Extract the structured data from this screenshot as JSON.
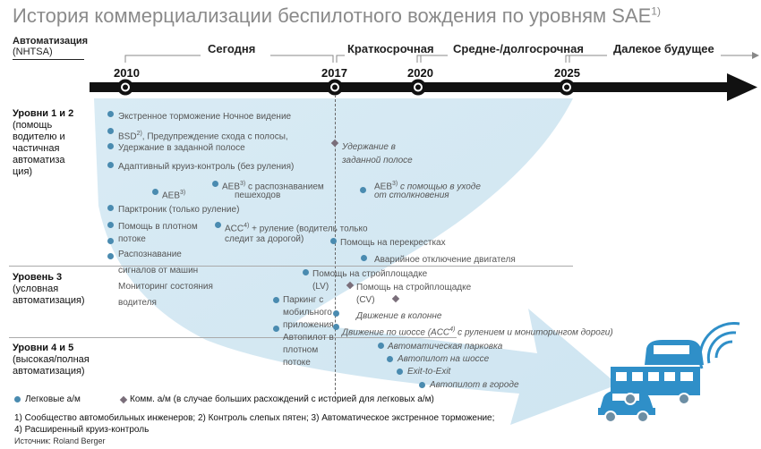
{
  "title": "История коммерциализации беспилотного вождения по уровням SAE",
  "title_sup": "1)",
  "automation_header": "Автоматизация",
  "automation_sub": "(NHTSA)",
  "eras": [
    {
      "label": "Сегодня"
    },
    {
      "label": "Краткосрочная"
    },
    {
      "label": "Средне-/долгосрочная"
    },
    {
      "label": "Далекое будущее"
    }
  ],
  "years": [
    "2010",
    "2017",
    "2020",
    "2025"
  ],
  "rows": {
    "level12_bold": "Уровни 1 и 2",
    "level12_rest": "(помощь водителю и частичная автоматиза ция)",
    "level3_bold": "Уровень 3",
    "level3_rest": "(условная автоматизация)",
    "level45_bold": "Уровни 4 и 5",
    "level45_rest": "(высокая/полная автоматизация)"
  },
  "items": {
    "i1": "Экстренное торможение Ночное видение",
    "i2": "BSD",
    "i2_sup": "2)",
    "i2_rest": ", Предупреждение схода с полосы,",
    "i3": "Удержание в заданной полосе",
    "i4": "Адаптивный круиз-контроль (без руления)",
    "i5": "AEB",
    "i5_sup": "3)",
    "i6": "AEB",
    "i6_sup": "3)",
    "i6_rest": " с распознаванием",
    "i6_line2": "пешеходов",
    "i7": "Парктроник (только руление)",
    "i8a": "Помощь в плотном",
    "i8b": "потоке",
    "i9": "ACC",
    "i9_sup": "4)",
    "i9_rest": " + руление (водитель только",
    "i9_line2": "следит за дорогой)",
    "i10a": "Распознавание",
    "i10b": "сигналов от машин",
    "i11a": "Мониторинг состояния",
    "i11b": "водителя",
    "s1a": "Удержание в",
    "s1b": "заданной полосе",
    "s2": "AEB",
    "s2_sup": "3)",
    "s2_rest": " с помощью в уходе",
    "s2_line2": "от столкновения",
    "s3": "Помощь на перекрестках",
    "s4": "Аварийное отключение двигателя",
    "l3a": "Помощь на стройплощадке",
    "l3a2": "(LV)",
    "l3b": "Помощь на стройплощадке",
    "l3b2": "(CV)",
    "l3c": "Движение в колонне",
    "l3d1": "Паркинг с",
    "l3d2": "мобильного",
    "l3d3": "приложения",
    "l4a1": "Автопилот в",
    "l4a2": "плотном",
    "l4a3": "потоке",
    "l4b": "Движение по шоссе (ACC",
    "l4b_sup": "4)",
    "l4b_rest": " с рулением и мониторингом дороги)",
    "l4c": "Автоматическая парковка",
    "l4d": "Автопилот на шоссе",
    "l4e": "Exit-to-Exit",
    "l4f": "Автопилот в городе"
  },
  "legend": {
    "cars": "Легковые а/м",
    "trucks": "Комм. а/м (в случае больших расхождений с историей для легковых а/м)"
  },
  "footnote1": "1) Сообщество автомобильных инженеров; 2) Контроль слепых пятен; 3) Автоматическое экстренное торможение;",
  "footnote2": "4) Расширенный круиз-контроль",
  "source": "Источник: Roland Berger",
  "colors": {
    "dot": "#4a8bb0",
    "diamond": "#7a6e7a",
    "arrow_fill": "#d4e8f2",
    "vehicle": "#2f8fc8"
  }
}
